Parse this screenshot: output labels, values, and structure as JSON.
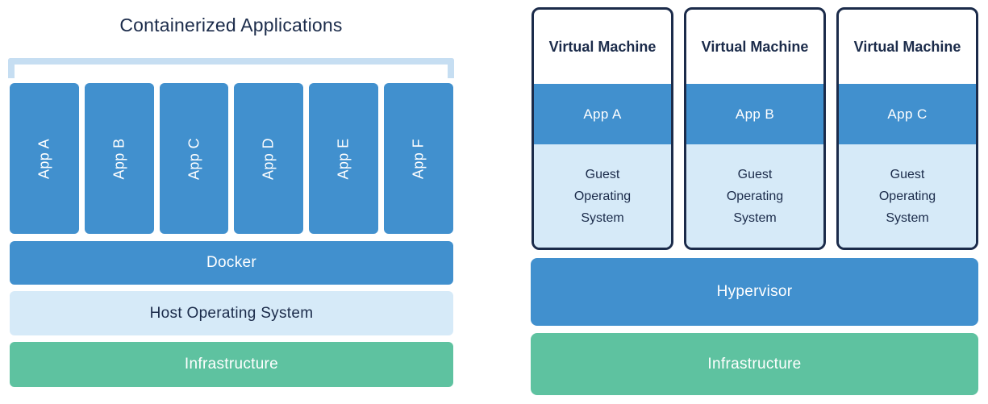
{
  "diagram": {
    "left": {
      "title": "Containerized Applications",
      "apps": [
        "App A",
        "App B",
        "App C",
        "App D",
        "App E",
        "App F"
      ],
      "layers": [
        {
          "label": "Docker"
        },
        {
          "label": "Host Operating System"
        },
        {
          "label": "Infrastructure"
        }
      ]
    },
    "right": {
      "vms": [
        {
          "title": "Virtual Machine",
          "app": "App A",
          "os": "Guest Operating System"
        },
        {
          "title": "Virtual Machine",
          "app": "App B",
          "os": "Guest Operating System"
        },
        {
          "title": "Virtual Machine",
          "app": "App C",
          "os": "Guest Operating System"
        }
      ],
      "layers": [
        {
          "label": "Hypervisor"
        },
        {
          "label": "Infrastructure"
        }
      ]
    },
    "colors": {
      "blue": "#4190ce",
      "light_blue": "#d6eaf8",
      "green": "#5ec2a0",
      "navy": "#1b2b4a",
      "bracket": "#c6def2"
    }
  }
}
